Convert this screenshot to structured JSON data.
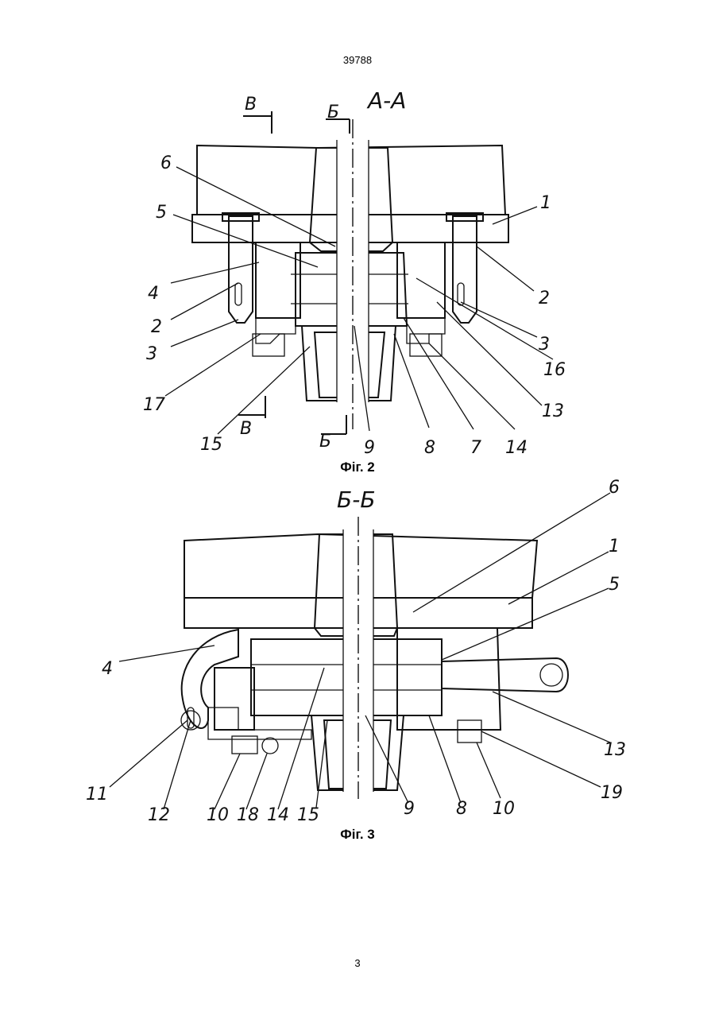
{
  "header": {
    "doc_number": "39788"
  },
  "figure2": {
    "caption": "Фіг. 2",
    "section_label": "А-А",
    "cut_marks": [
      "В",
      "Б",
      "В",
      "Б"
    ],
    "labels": [
      "6",
      "5",
      "4",
      "2",
      "3",
      "17",
      "15",
      "9",
      "8",
      "7",
      "14",
      "13",
      "16",
      "3",
      "2",
      "1"
    ]
  },
  "figure3": {
    "caption": "Фіг. 3",
    "section_label": "Б-Б",
    "labels": [
      "6",
      "1",
      "5",
      "4",
      "13",
      "19",
      "10",
      "8",
      "9",
      "15",
      "14",
      "18",
      "10",
      "12",
      "11"
    ]
  },
  "footer": {
    "page_number": "3"
  }
}
